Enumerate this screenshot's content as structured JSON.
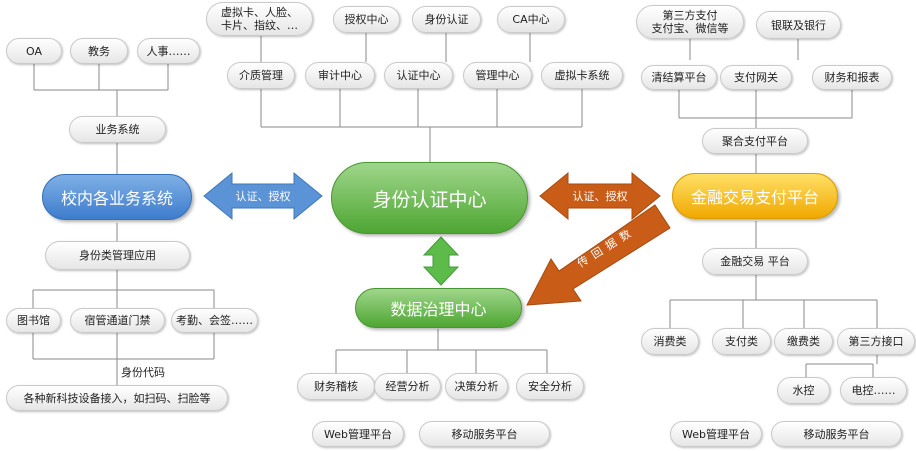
{
  "hubs": {
    "identity": "身份认证中心",
    "campus": "校内各业务系统",
    "finance": "金融交易支付平台",
    "data": "数据治理中心"
  },
  "arrows": {
    "left": "认证、授权",
    "right": "认证、授权",
    "diagonal": [
      "数",
      "据",
      "回",
      "传"
    ]
  },
  "top_center": {
    "row1": [
      "虚拟卡、人脸、\n卡片、指纹、…",
      "授权中心",
      "身份认证",
      "CA中心"
    ],
    "row2": [
      "介质管理",
      "审计中心",
      "认证中心",
      "管理中心",
      "虚拟卡系统"
    ]
  },
  "left_tree": {
    "top": [
      "OA",
      "教务",
      "人事……"
    ],
    "business": "业务系统",
    "app": "身份类管理应用",
    "bottom": [
      "图书馆",
      "宿管通道门禁",
      "考勤、会签……"
    ],
    "id_code": "身份代码",
    "devices": "各种新科技设备接入，如扫码、扫脸等"
  },
  "right_tree": {
    "top": [
      "第三方支付\n支付宝、微信等",
      "银联及银行"
    ],
    "mid": [
      "清结算平台",
      "支付网关",
      "财务和报表"
    ],
    "aggregate": "聚合支付平台",
    "trade": "金融交易 平台",
    "sub": [
      "消费类",
      "支付类",
      "缴费类",
      "第三方接口"
    ],
    "third": [
      "水控",
      "电控……"
    ]
  },
  "data_children": [
    "财务稽核",
    "经营分析",
    "决策分析",
    "安全分析"
  ],
  "bottom": {
    "center": [
      "Web管理平台",
      "移动服务平台"
    ],
    "right": [
      "Web管理平台",
      "移动服务平台"
    ]
  },
  "colors": {
    "blue": "#3d7ccc",
    "green": "#4ea633",
    "gold": "#f0a800",
    "arrow_blue": "#5b94d6",
    "arrow_green": "#5dbb49",
    "arrow_orange": "#c95d17",
    "line": "#8a8a8a"
  }
}
